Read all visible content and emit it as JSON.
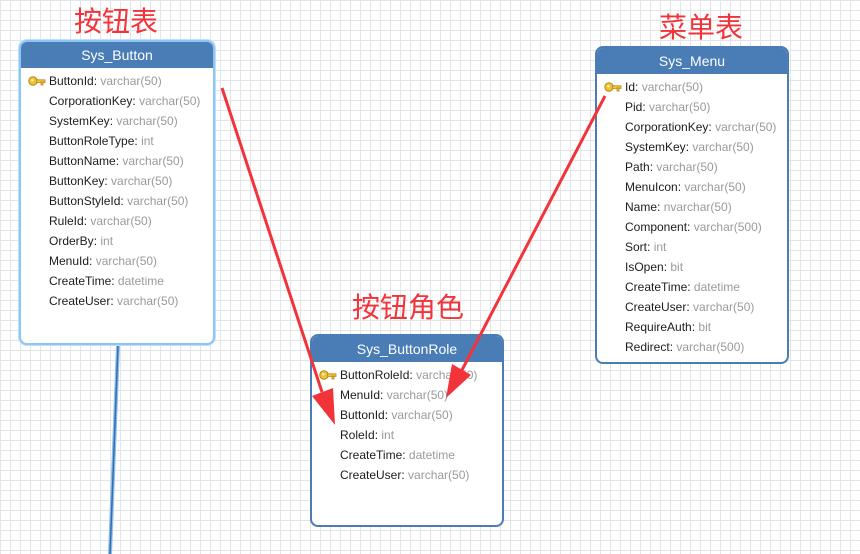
{
  "annotations": {
    "button_table": "按钮表",
    "menu_table": "菜单表",
    "button_role": "按钮角色"
  },
  "entities": {
    "sys_button": {
      "title": "Sys_Button",
      "fields": [
        {
          "name": "ButtonId",
          "type": "varchar(50)",
          "pk": true
        },
        {
          "name": "CorporationKey",
          "type": "varchar(50)"
        },
        {
          "name": "SystemKey",
          "type": "varchar(50)"
        },
        {
          "name": "ButtonRoleType",
          "type": "int"
        },
        {
          "name": "ButtonName",
          "type": "varchar(50)"
        },
        {
          "name": "ButtonKey",
          "type": "varchar(50)"
        },
        {
          "name": "ButtonStyleId",
          "type": "varchar(50)"
        },
        {
          "name": "RuleId",
          "type": "varchar(50)"
        },
        {
          "name": "OrderBy",
          "type": "int"
        },
        {
          "name": "MenuId",
          "type": "varchar(50)"
        },
        {
          "name": "CreateTime",
          "type": "datetime"
        },
        {
          "name": "CreateUser",
          "type": "varchar(50)"
        }
      ]
    },
    "sys_menu": {
      "title": "Sys_Menu",
      "fields": [
        {
          "name": "Id",
          "type": "varchar(50)",
          "pk": true
        },
        {
          "name": "Pid",
          "type": "varchar(50)"
        },
        {
          "name": "CorporationKey",
          "type": "varchar(50)"
        },
        {
          "name": "SystemKey",
          "type": "varchar(50)"
        },
        {
          "name": "Path",
          "type": "varchar(50)"
        },
        {
          "name": "MenuIcon",
          "type": "varchar(50)"
        },
        {
          "name": "Name",
          "type": "nvarchar(50)"
        },
        {
          "name": "Component",
          "type": "varchar(500)"
        },
        {
          "name": "Sort",
          "type": "int"
        },
        {
          "name": "IsOpen",
          "type": "bit"
        },
        {
          "name": "CreateTime",
          "type": "datetime"
        },
        {
          "name": "CreateUser",
          "type": "varchar(50)"
        },
        {
          "name": "RequireAuth",
          "type": "bit"
        },
        {
          "name": "Redirect",
          "type": "varchar(500)"
        }
      ]
    },
    "sys_buttonrole": {
      "title": "Sys_ButtonRole",
      "fields": [
        {
          "name": "ButtonRoleId",
          "type": "varchar(50)",
          "pk": true
        },
        {
          "name": "MenuId",
          "type": "varchar(50)"
        },
        {
          "name": "ButtonId",
          "type": "varchar(50)"
        },
        {
          "name": "RoleId",
          "type": "int"
        },
        {
          "name": "CreateTime",
          "type": "datetime"
        },
        {
          "name": "CreateUser",
          "type": "varchar(50)"
        }
      ]
    }
  },
  "colors": {
    "entity_header": "#4a7db5",
    "annotation_red": "#f2333a",
    "arrow_red": "#f2333a",
    "relation_line": "#4a90d9",
    "key_icon": "#e8b42a"
  },
  "icons": {
    "primary_key": "key-icon"
  }
}
